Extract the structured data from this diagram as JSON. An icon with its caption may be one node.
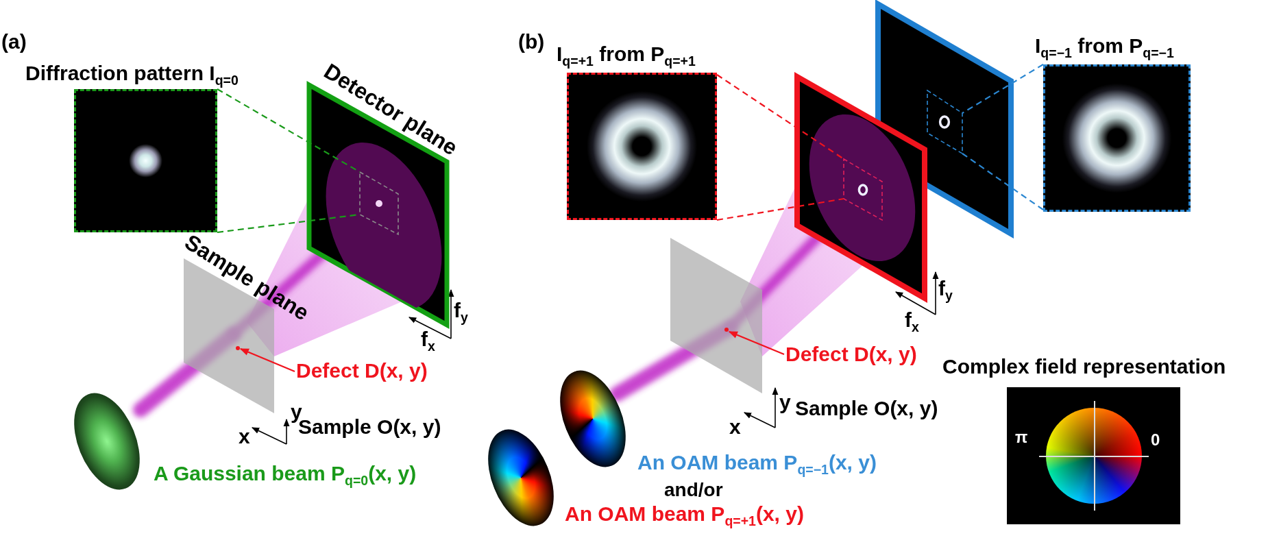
{
  "diagram": {
    "nodes": [
      {
        "text": [
          "Diffraction pattern I$_{q=0}$"
        ]
      },
      {
        "text": [
          "Detector plane"
        ]
      },
      {
        "text": [],
        "shape": "box",
        "in": 1
      },
      {
        "text": [
          "Sample plane"
        ]
      },
      {
        "text": [],
        "shape": "circle",
        "in": 3
      },
      {
        "text": [
          "Defect D(x, y)"
        ]
      },
      {
        "text": [
          "I$_{q=+1}$ from P$_{q=+1}$"
        ]
      },
      {
        "text": [],
        "shape": "box"
      },
      {
        "text": [],
        "shape": "box",
        "in": 7
      },
      {
        "text": [],
        "shape": "box"
      },
      {
        "text": [],
        "shape": "box",
        "in": 9
      },
      {
        "text": [
          "I$_{q=−1}$ from P$_{q=−1}$"
        ]
      },
      {
        "text": [],
        "shape": "box"
      },
      {
        "text": [],
        "shape": "circle",
        "in": 12
      },
      {
        "text": [
          "Defect D(x, y)"
        ]
      },
      {
        "text": [
          "Complex field representation",
          "π",
          "0"
        ]
      }
    ],
    "edges": [
      {
        "from": 0,
        "to": 2,
        "arrow": "none",
        "style": "dashed",
        "color": "#1a9a1a"
      },
      {
        "from": 0,
        "to": 2,
        "arrow": "none",
        "style": "dashed",
        "color": "#1a9a1a"
      },
      {
        "from": 5,
        "to": 4,
        "arrow": "to"
      },
      {
        "from": 6,
        "to": 8,
        "arrow": "none",
        "style": "dashed"
      },
      {
        "from": 6,
        "to": 8,
        "arrow": "none",
        "style": "dashed"
      },
      {
        "from": 11,
        "to": 10,
        "arrow": "none",
        "style": "dashed",
        "color": "#2b87d1"
      },
      {
        "from": 11,
        "to": 10,
        "arrow": "none",
        "style": "dashed",
        "color": "#2b87d1"
      },
      {
        "from": 14,
        "to": 13,
        "arrow": "to"
      }
    ],
    "labels": [
      "(a)",
      "f$_{y}$",
      "f$_{x}$",
      "y",
      "x",
      "Sample O(x, y)",
      "A Gaussian beam P$_{q=0}$(x, y)",
      "(b)",
      "f$_{y}$",
      "f$_{x}$",
      "y",
      "x",
      "Sample O(x, y)",
      "An OAM beam P$_{q=−1}$(x, y)",
      "and/or",
      "An OAM beam P$_{q=+1}$(x, y)"
    ]
  }
}
